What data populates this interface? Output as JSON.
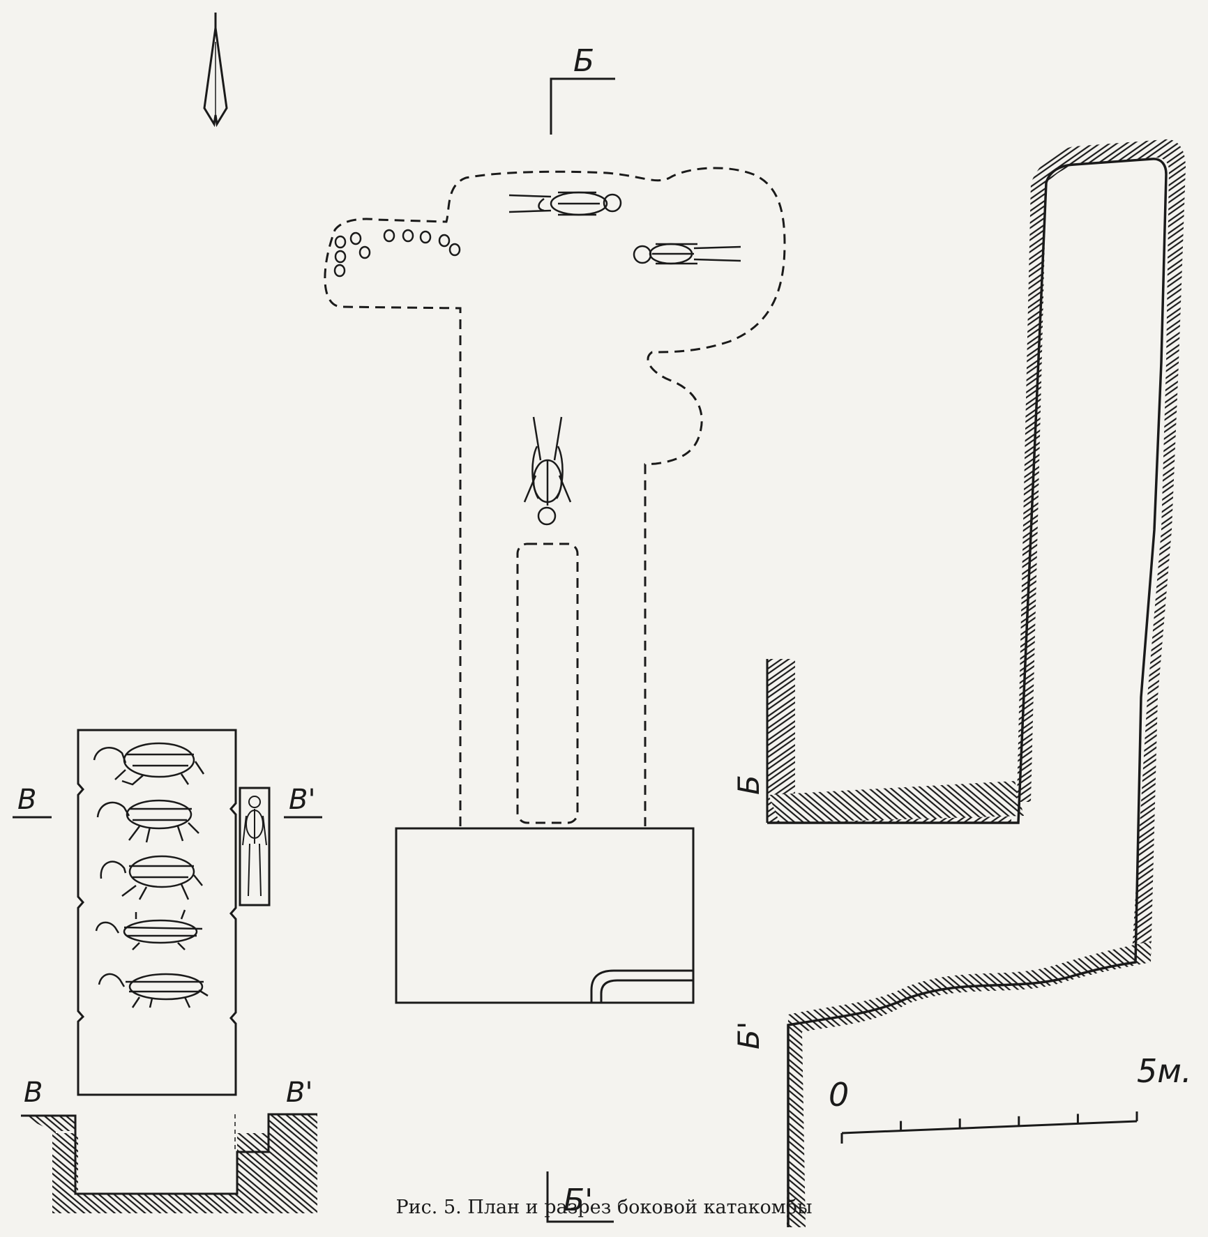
{
  "figure": {
    "caption": "Рис. 5. План и разрез боковой катакомбы",
    "section_labels": {
      "b": "Б",
      "b_prime": "Б'",
      "v": "В",
      "v_prime": "В'"
    },
    "scale_bar": {
      "start_label": "0",
      "end_label": "5м.",
      "divisions": 5
    },
    "north_arrow_icon": "north-arrow-icon",
    "burials": {
      "human_skeletons_in_main_plan": 3,
      "animal_skeletons_in_side_chamber": 5,
      "human_skeletons_in_niche": 1
    },
    "colors": {
      "ink": "#1a1a1a",
      "paper": "#f4f3ef"
    }
  }
}
